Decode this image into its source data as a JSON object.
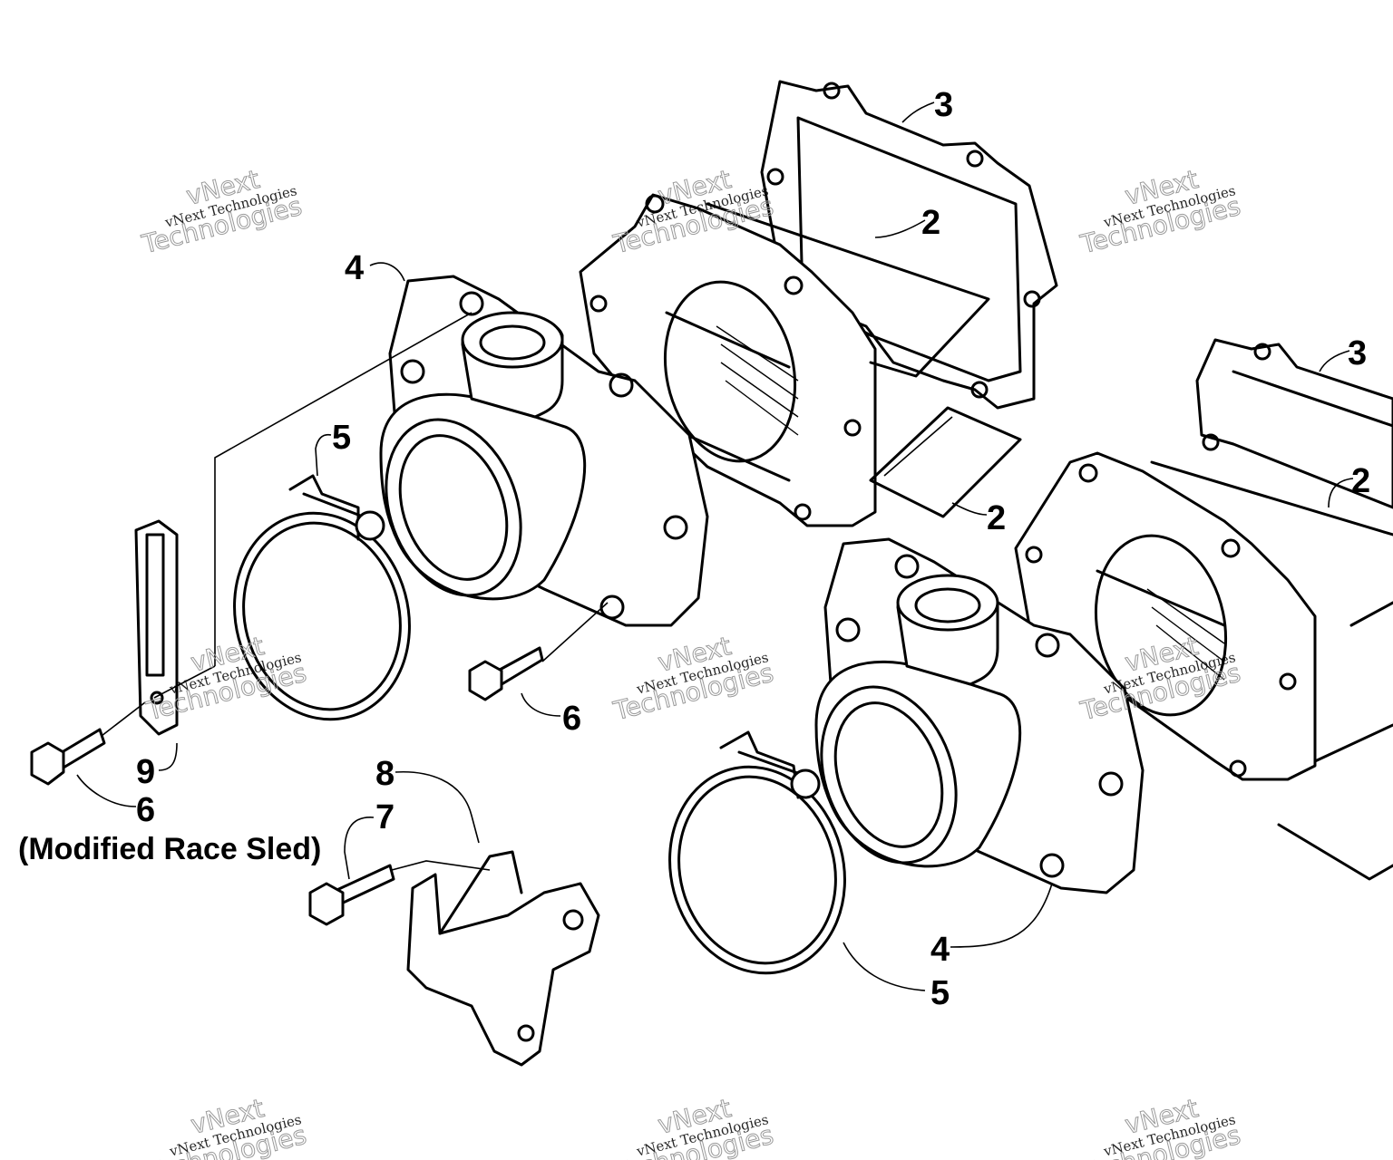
{
  "callouts": {
    "c3a": "3",
    "c2a": "2",
    "c4a": "4",
    "c5a": "5",
    "c2b": "2",
    "c3b": "3",
    "c2c": "2",
    "c6a": "6",
    "c9": "9",
    "c6b": "6",
    "c8": "8",
    "c7": "7",
    "c4b": "4",
    "c5b": "5"
  },
  "note": "(Modified Race Sled)",
  "watermark": {
    "line1": "vNext",
    "line2": "vNext Technologies",
    "line3": "Technologies"
  }
}
